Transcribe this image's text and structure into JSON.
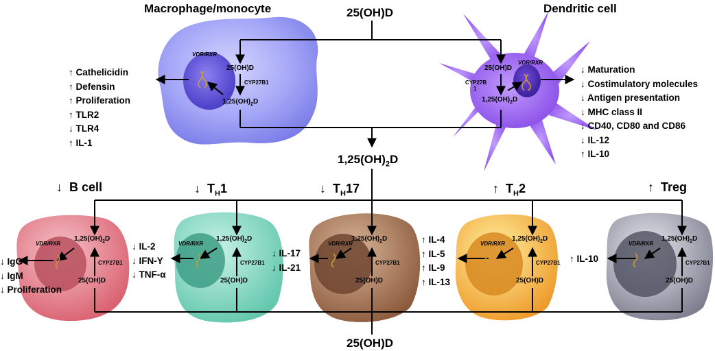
{
  "top": {
    "source_label": "25(OH)D",
    "active_label": "1,25(OH)",
    "active_sub": "2",
    "active_suffix": "D"
  },
  "bottom": {
    "source_label": "25(OH)D"
  },
  "macrophage": {
    "title": "Macrophage/monocyte",
    "receptor": "VDR/RXR",
    "precursor": "25(OH)D",
    "enzyme": "CYP27B1",
    "active": "1,25(OH)",
    "active_sub": "2",
    "active_suffix": "D",
    "effects": [
      "↑ Cathelicidin",
      "↑ Defensin",
      "↑ Proliferation",
      "↑ TLR2",
      "↓ TLR4",
      "↑ IL-1"
    ]
  },
  "dendritic": {
    "title": "Dendritic cell",
    "receptor": "VDR/RXR",
    "precursor": "25(OH)D",
    "enzyme_a": "CYP27B",
    "enzyme_b": "1",
    "active": "1,25(OH)",
    "active_sub": "2",
    "active_suffix": "D",
    "effects": [
      "↓ Maturation",
      "↓ Costimulatory molecules",
      "↓ Antigen presentation",
      "↓ MHC class II",
      "↓ CD40, CD80 and CD86",
      "↓ IL-12",
      "↑ IL-10"
    ]
  },
  "cells": [
    {
      "arrow": "↓",
      "title": "B cell",
      "sub": "",
      "suffix": "",
      "receptor": "VDR/RXR",
      "active": "1,25(OH)",
      "active_sub": "2",
      "active_suffix": "D",
      "enzyme": "CYP27B1",
      "precursor": "25(OH)D",
      "effects": [
        "↓ IgG",
        "↓ IgM",
        "↓ Proliferation"
      ],
      "color": "#e07a86"
    },
    {
      "arrow": "↓",
      "title": "T",
      "sub": "H",
      "suffix": "1",
      "receptor": "VDR/RXR",
      "active": "1,25(OH)",
      "active_sub": "2",
      "active_suffix": "D",
      "enzyme": "CYP27B1",
      "precursor": "25(OH)D",
      "effects": [
        "↓ IL-2",
        "↓ IFN-Y",
        "↓ TNF-α"
      ],
      "color": "#7fd4c0"
    },
    {
      "arrow": "↓",
      "title": "T",
      "sub": "H",
      "suffix": "17",
      "receptor": "VDR/RXR",
      "active": "1,25(OH)",
      "active_sub": "2",
      "active_suffix": "D",
      "enzyme": "CYP27B1",
      "precursor": "25(OH)D",
      "effects": [
        "↓ IL-17",
        "↓ IL-21"
      ],
      "color": "#a87554"
    },
    {
      "arrow": "↑",
      "title": "T",
      "sub": "H",
      "suffix": "2",
      "receptor": "VDR/RXR",
      "active": "1,25(OH)",
      "active_sub": "2",
      "active_suffix": "D",
      "enzyme": "CYP27B1",
      "precursor": "25(OH)D",
      "effects": [
        "↑ IL-4",
        "↑ IL-5",
        "↑ IL-9",
        "↑ IL-13"
      ],
      "color": "#f3b03a"
    },
    {
      "arrow": "↑",
      "title": "Treg",
      "sub": "",
      "suffix": "",
      "receptor": "VDR/RXR",
      "active": "1,25(OH)",
      "active_sub": "2",
      "active_suffix": "D",
      "enzyme": "CYP27B1",
      "precursor": "25(OH)D",
      "effects": [
        "↑ IL-10"
      ],
      "color": "#9a9ba8"
    }
  ],
  "colors": {
    "macrophage": "#9a9cf2",
    "macrophage_nucleus": "#6b5fe0",
    "dendritic": "#9a5cf0",
    "dendritic_nucleus": "#5a2fc0"
  }
}
